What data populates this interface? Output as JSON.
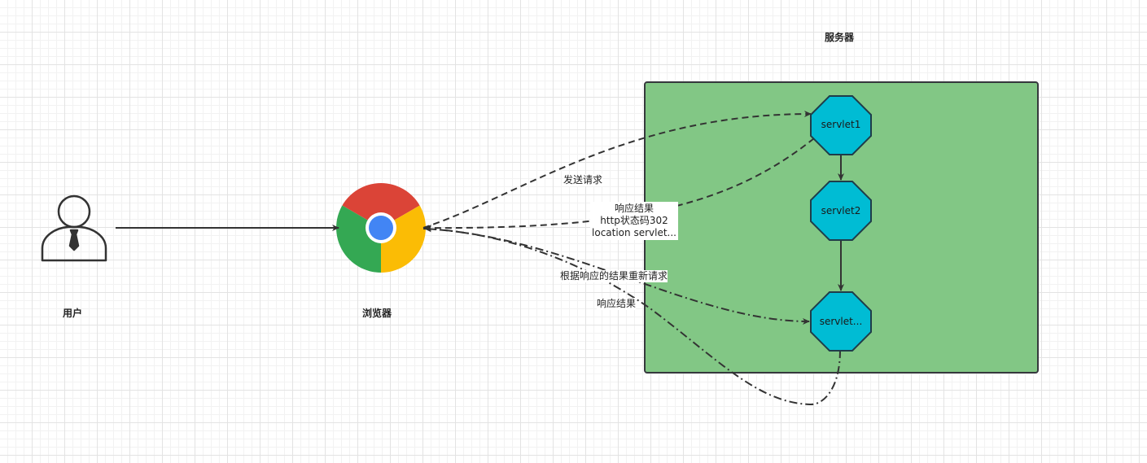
{
  "labels": {
    "server": "服务器",
    "user": "用户",
    "browser": "浏览器",
    "send_request": "发送请求",
    "response_line1": "响应结果",
    "response_line2": "http状态码302",
    "response_line3": "location servlet...",
    "re_request": "根据响应的结果重新请求",
    "response_result": "响应结果"
  },
  "nodes": {
    "servlet1": "servlet1",
    "servlet2": "servlet2",
    "servlet3": "servlet..."
  },
  "colors": {
    "server_box": "#82c785",
    "server_border": "#36393d",
    "servlet_fill": "#00bcd4",
    "servlet_border": "#1f3d4a",
    "edge": "#333333",
    "chrome_red": "#db4437",
    "chrome_green": "#34a853",
    "chrome_yellow": "#fbbc05",
    "chrome_blue": "#4285f4"
  },
  "icons": {
    "user": "person-with-tie-icon",
    "browser": "chrome-browser-icon"
  }
}
